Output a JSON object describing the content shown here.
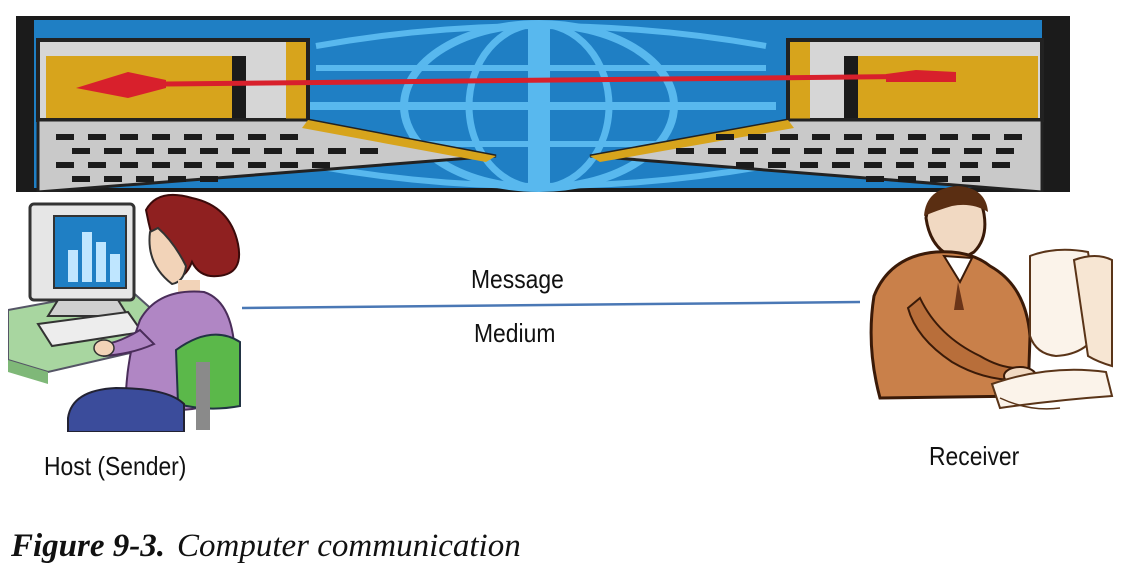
{
  "diagram": {
    "link": {
      "top_label": "Message",
      "bottom_label": "Medium"
    },
    "sender": {
      "label": "Host (Sender)",
      "icon": "woman-at-computer-icon"
    },
    "receiver": {
      "label": "Receiver",
      "icon": "man-at-computer-icon"
    },
    "banner": {
      "icon": "networked-laptops-globe-icon"
    }
  },
  "caption": {
    "number": "Figure 9-3.",
    "text": "Computer communication"
  },
  "colors": {
    "banner_blue": "#1f7fc4",
    "banner_light_blue": "#4fb0e6",
    "screen_gold": "#d7a41c",
    "signal_red": "#d8202c",
    "link_line": "#4a78b5",
    "sender_shirt": "#b086c4",
    "sender_hair": "#8f2020",
    "receiver_skin": "#c9804a"
  }
}
